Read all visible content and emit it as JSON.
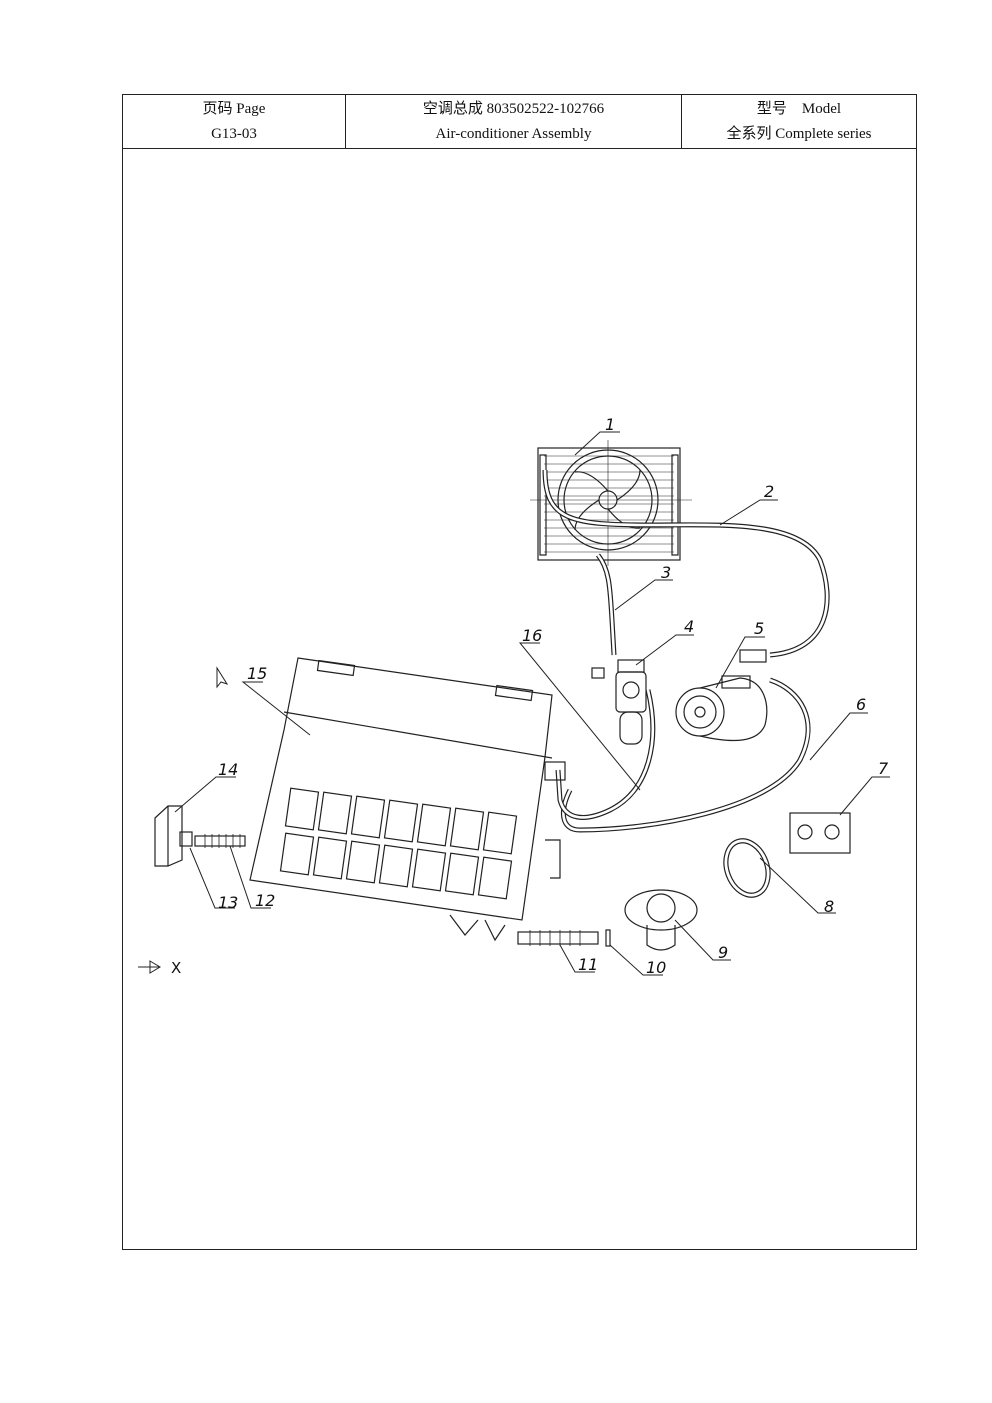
{
  "header": {
    "page_label": "页码 Page",
    "page_code": "G13-03",
    "title_cn": "空调总成 803502522-102766",
    "title_en": "Air-conditioner Assembly",
    "model_label": "型号    Model",
    "model_value": "全系列 Complete series"
  },
  "callouts": {
    "c1": "1",
    "c2": "2",
    "c3": "3",
    "c4": "4",
    "c5": "5",
    "c6": "6",
    "c7": "7",
    "c8": "8",
    "c9": "9",
    "c10": "10",
    "c11": "11",
    "c12": "12",
    "c13": "13",
    "c14": "14",
    "c15": "15",
    "c16": "16"
  },
  "axis_label": "X"
}
